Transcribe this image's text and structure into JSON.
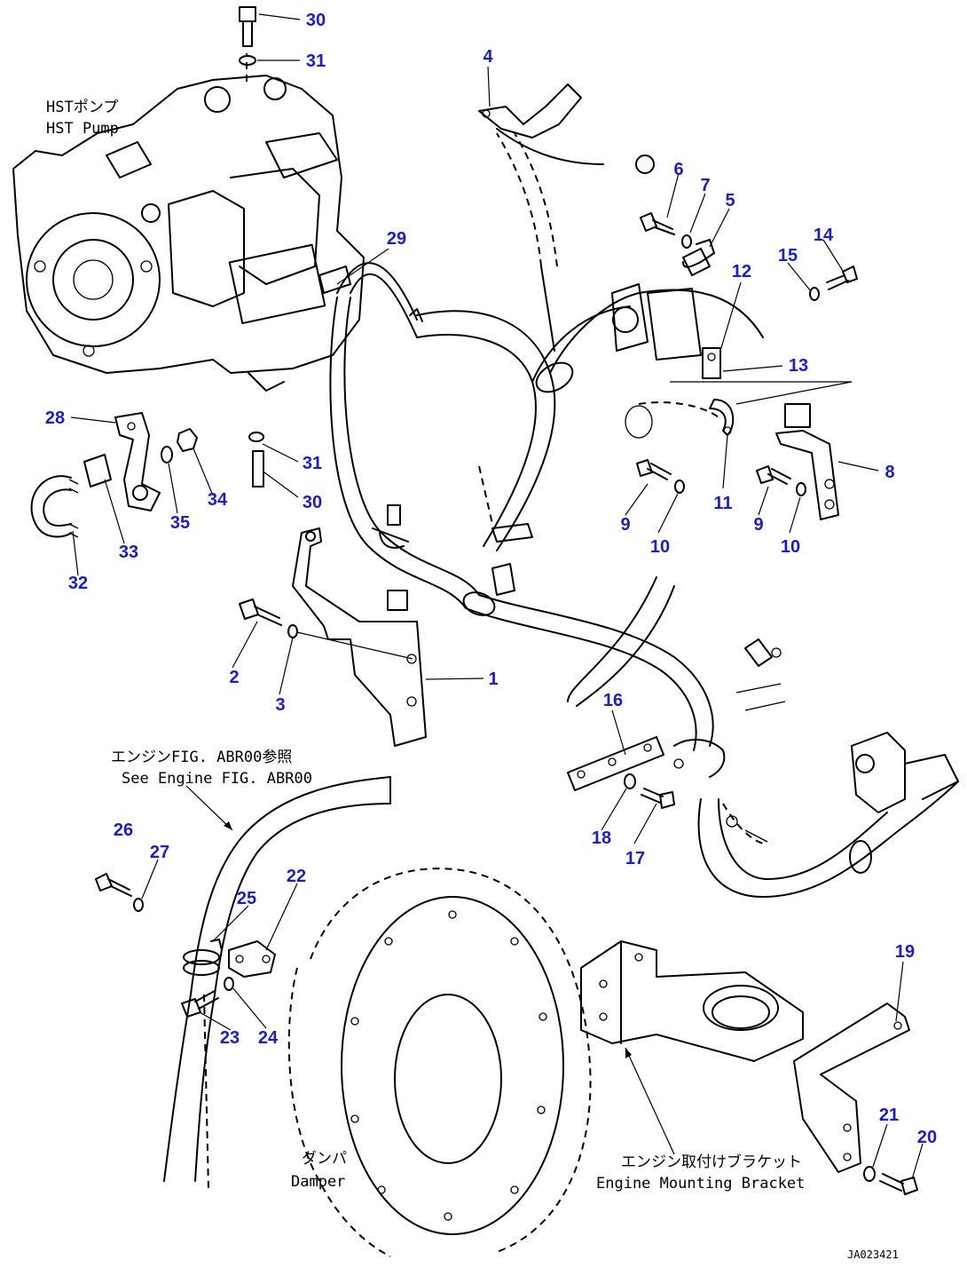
{
  "captions": {
    "hst_pump_jp": "HSTポンプ",
    "hst_pump_en": "HST Pump",
    "engine_ref_jp": "エンジンFIG. ABR00参照",
    "engine_ref_en": "See Engine FIG. ABR00",
    "damper_jp": "ダンパ",
    "damper_en": "Damper",
    "bracket_jp": "エンジン取付けブラケット",
    "bracket_en": "Engine Mounting Bracket",
    "drawing_code": "JA023421"
  },
  "callouts": {
    "c1": "1",
    "c2": "2",
    "c3": "3",
    "c4": "4",
    "c5": "5",
    "c6": "6",
    "c7": "7",
    "c8": "8",
    "c9a": "9",
    "c9b": "9",
    "c10a": "10",
    "c10b": "10",
    "c11": "11",
    "c12": "12",
    "c13": "13",
    "c14": "14",
    "c15": "15",
    "c16": "16",
    "c17": "17",
    "c18": "18",
    "c19": "19",
    "c20": "20",
    "c21": "21",
    "c22": "22",
    "c23": "23",
    "c24": "24",
    "c25": "25",
    "c26": "26",
    "c27": "27",
    "c28": "28",
    "c29": "29",
    "c30a": "30",
    "c30b": "30",
    "c31a": "31",
    "c31b": "31",
    "c32": "32",
    "c33": "33",
    "c34": "34",
    "c35": "35"
  },
  "colors": {
    "callout": "#1c1cc8",
    "line": "#000000",
    "background": "#ffffff"
  }
}
